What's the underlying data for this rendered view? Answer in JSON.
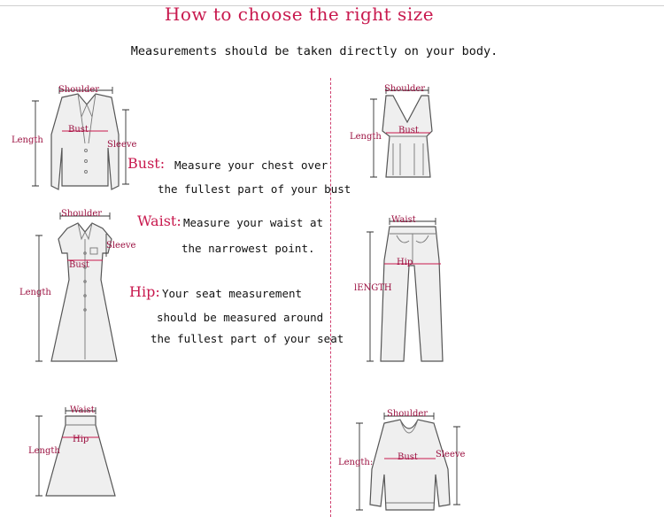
{
  "title": "How to choose the right size",
  "subtitle": "Measurements should be taken directly on your body.",
  "instructions": {
    "bust": {
      "term": "Bust:",
      "line1": "Measure your chest over",
      "line2": "the fullest part of your bust"
    },
    "waist": {
      "term": "Waist:",
      "line1": "Measure your waist at",
      "line2": "the narrowest point."
    },
    "hip": {
      "term": "Hip:",
      "line1": "Your seat measurement",
      "line2": "should be measured around",
      "line3": "the fullest part of your seat"
    }
  },
  "garments": {
    "blazer": {
      "shoulder": "Shoulder",
      "bust": "Bust",
      "sleeve": "Sleeve",
      "length": "Length"
    },
    "dress": {
      "shoulder": "Shoulder",
      "sleeve": "Sleeve",
      "bust": "Bust",
      "length": "Length"
    },
    "skirt": {
      "waist": "Waist",
      "hip": "Hip",
      "length": "Length"
    },
    "tank": {
      "shoulder": "Shoulder",
      "bust": "Bust",
      "length": "Length"
    },
    "pants": {
      "waist": "Waist",
      "hip": "Hip",
      "length": "lENGTH"
    },
    "sweater": {
      "shoulder": "Shoulder",
      "bust": "Bust",
      "sleeve": "Sleeve",
      "length": "Length:"
    }
  },
  "colors": {
    "accent": "#c8194e",
    "divider": "#d04070"
  }
}
